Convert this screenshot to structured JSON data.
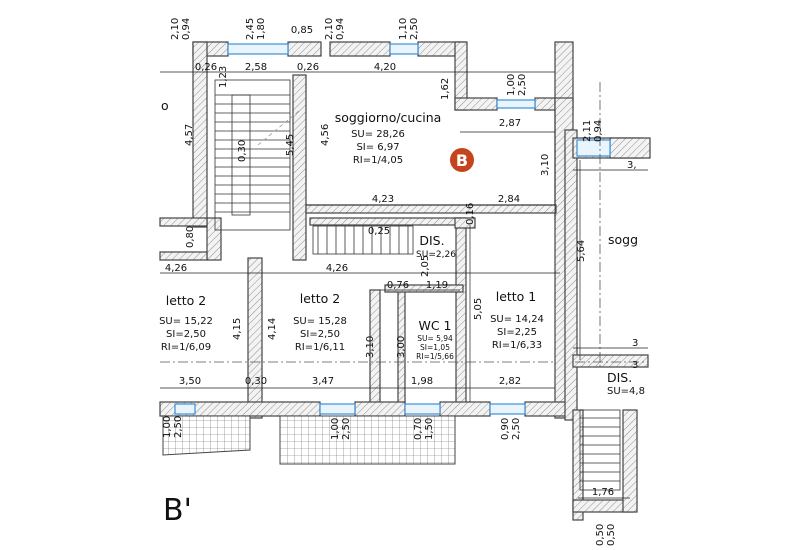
{
  "plan_label": "B'",
  "badge_letter": "B",
  "badge_color": "#c4441c",
  "rooms": {
    "soggiorno": {
      "name": "soggiorno/cucina",
      "su": "SU= 28,26",
      "si": "SI= 6,97",
      "ri": "RI=1/4,05"
    },
    "letto2_left": {
      "name": "letto 2",
      "su": "SU= 15,22",
      "si": "SI=2,50",
      "ri": "RI=1/6,09"
    },
    "letto2_mid": {
      "name": "letto 2",
      "su": "SU= 15,28",
      "si": "SI=2,50",
      "ri": "RI=1/6,11"
    },
    "wc1": {
      "name": "WC 1",
      "su": "SU= 5,94",
      "si": "SI=1,05",
      "ri": "RI=1/5,66"
    },
    "letto1": {
      "name": "letto 1",
      "su": "SU= 14,24",
      "si": "SI=2,25",
      "ri": "RI=1/6,33"
    },
    "dis_center": {
      "name": "DIS.",
      "su": "SU=2,26"
    },
    "dis_right": {
      "name": "DIS.",
      "su": "SU=4,8"
    },
    "sogg_right": {
      "name": "sogg"
    },
    "partial_left": {
      "name": "o"
    }
  },
  "dims": {
    "top_2_10": "2,10",
    "top_0_94": "0,94",
    "top_2_45": "2,45",
    "top_1_80": "1,80",
    "top_0_85": "0,85",
    "top_2_10b": "2,10",
    "top_0_94b": "0,94",
    "top_1_10": "1,10",
    "top_2_50": "2,50",
    "r_1_00": "1,00",
    "r_2_50": "2,50",
    "r_2_11": "2,11",
    "r_0_94": "0,94",
    "h_0_26a": "0,26",
    "h_2_58": "2,58",
    "h_0_26b": "0,26",
    "h_4_20": "4,20",
    "v_1_23": "1,23",
    "v_1_62": "1,62",
    "v_4_57": "4,57",
    "v_4_56": "4,56",
    "v_0_30": "0,30",
    "v_5_45": "5,45",
    "h_2_87": "2,87",
    "v_3_10a": "3,10",
    "h_4_23": "4,23",
    "h_2_84": "2,84",
    "v_0_16": "0,16",
    "v_0_80": "0,80",
    "h_0_25": "0,25",
    "v_2_05": "2,05",
    "h_4_26a": "4,26",
    "h_4_26b": "4,26",
    "v_5_64": "5,64",
    "h_0_76": "0,76",
    "h_1_19": "1,19",
    "v_4_15": "4,15",
    "v_4_14": "4,14",
    "v_3_10b": "3,10",
    "v_3_00": "3,00",
    "v_5_05": "5,05",
    "h_3_50": "3,50",
    "h_0_30": "0,30",
    "h_3_47": "3,47",
    "h_1_98": "1,98",
    "h_2_82": "2,82",
    "b_1_00a": "1,00",
    "b_2_50a": "2,50",
    "b_1_00b": "1,00",
    "b_2_50b": "2,50",
    "b_0_70": "0,70",
    "b_1_50": "1,50",
    "b_0_90": "0,90",
    "b_2_50c": "2,50",
    "h_1_76": "1,76",
    "b_0_50a": "0,50",
    "b_0_50b": "0,50",
    "r_3_a": "3,",
    "r_3_b": "3",
    "r_3_c": "3"
  }
}
